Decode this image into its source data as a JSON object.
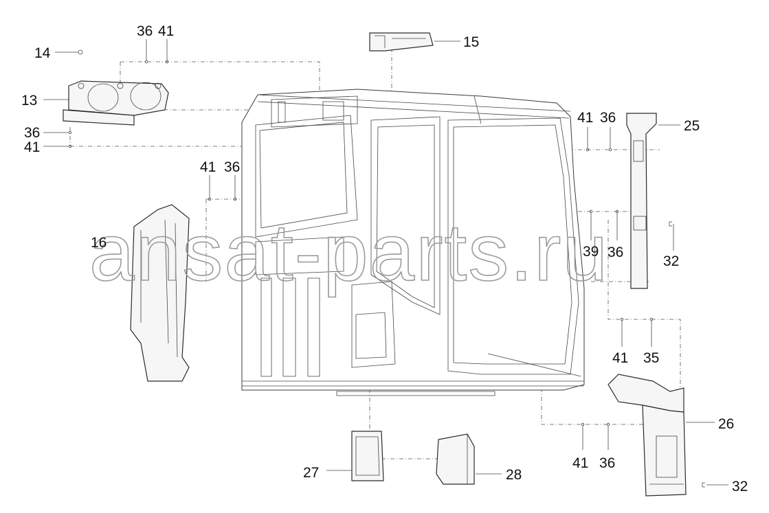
{
  "callouts": [
    {
      "id": "c13",
      "text": "13"
    },
    {
      "id": "c14",
      "text": "14"
    },
    {
      "id": "c36a",
      "text": "36"
    },
    {
      "id": "c41a",
      "text": "41"
    },
    {
      "id": "c36b",
      "text": "36"
    },
    {
      "id": "c41b",
      "text": "41"
    },
    {
      "id": "c41c",
      "text": "41"
    },
    {
      "id": "c36c",
      "text": "36"
    },
    {
      "id": "c16",
      "text": "16"
    },
    {
      "id": "c15",
      "text": "15"
    },
    {
      "id": "c41d",
      "text": "41"
    },
    {
      "id": "c36d",
      "text": "36"
    },
    {
      "id": "c25",
      "text": "25"
    },
    {
      "id": "c39",
      "text": "39"
    },
    {
      "id": "c36e",
      "text": "36"
    },
    {
      "id": "c32a",
      "text": "32"
    },
    {
      "id": "c41e",
      "text": "41"
    },
    {
      "id": "c35",
      "text": "35"
    },
    {
      "id": "c26",
      "text": "26"
    },
    {
      "id": "c41f",
      "text": "41"
    },
    {
      "id": "c36f",
      "text": "36"
    },
    {
      "id": "c32b",
      "text": "32"
    },
    {
      "id": "c27",
      "text": "27"
    },
    {
      "id": "c28",
      "text": "28"
    }
  ],
  "watermark": "ansat-parts.ru",
  "colors": {
    "line": "#2a2a2a",
    "text": "#111111",
    "watermark": "#9a9a9a"
  }
}
